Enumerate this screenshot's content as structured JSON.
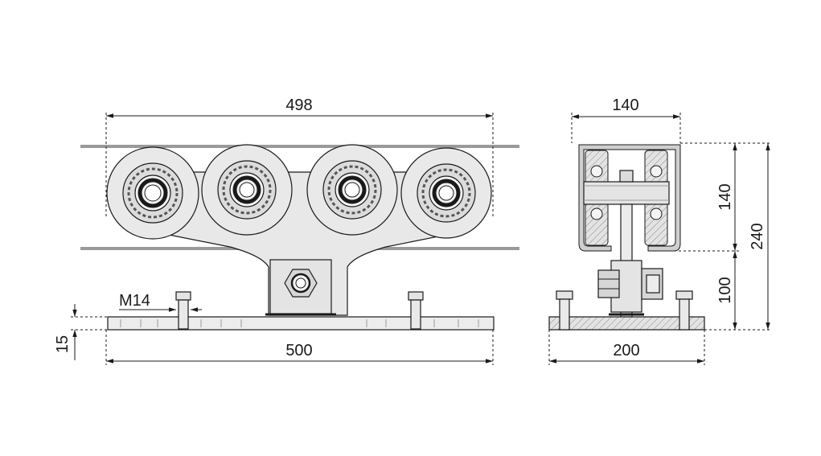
{
  "dimensions": {
    "total_length": "498",
    "base_length": "500",
    "base_thickness": "15",
    "bolt_size": "M14",
    "track_width": "140",
    "track_height": "140",
    "total_height": "240",
    "bracket_height": "100",
    "base_width": "200"
  },
  "colors": {
    "line": "#1a1a1a",
    "fill_light": "#e6e6e6",
    "fill_mid": "#d0d0d0",
    "rail": "#9a9a9a"
  }
}
